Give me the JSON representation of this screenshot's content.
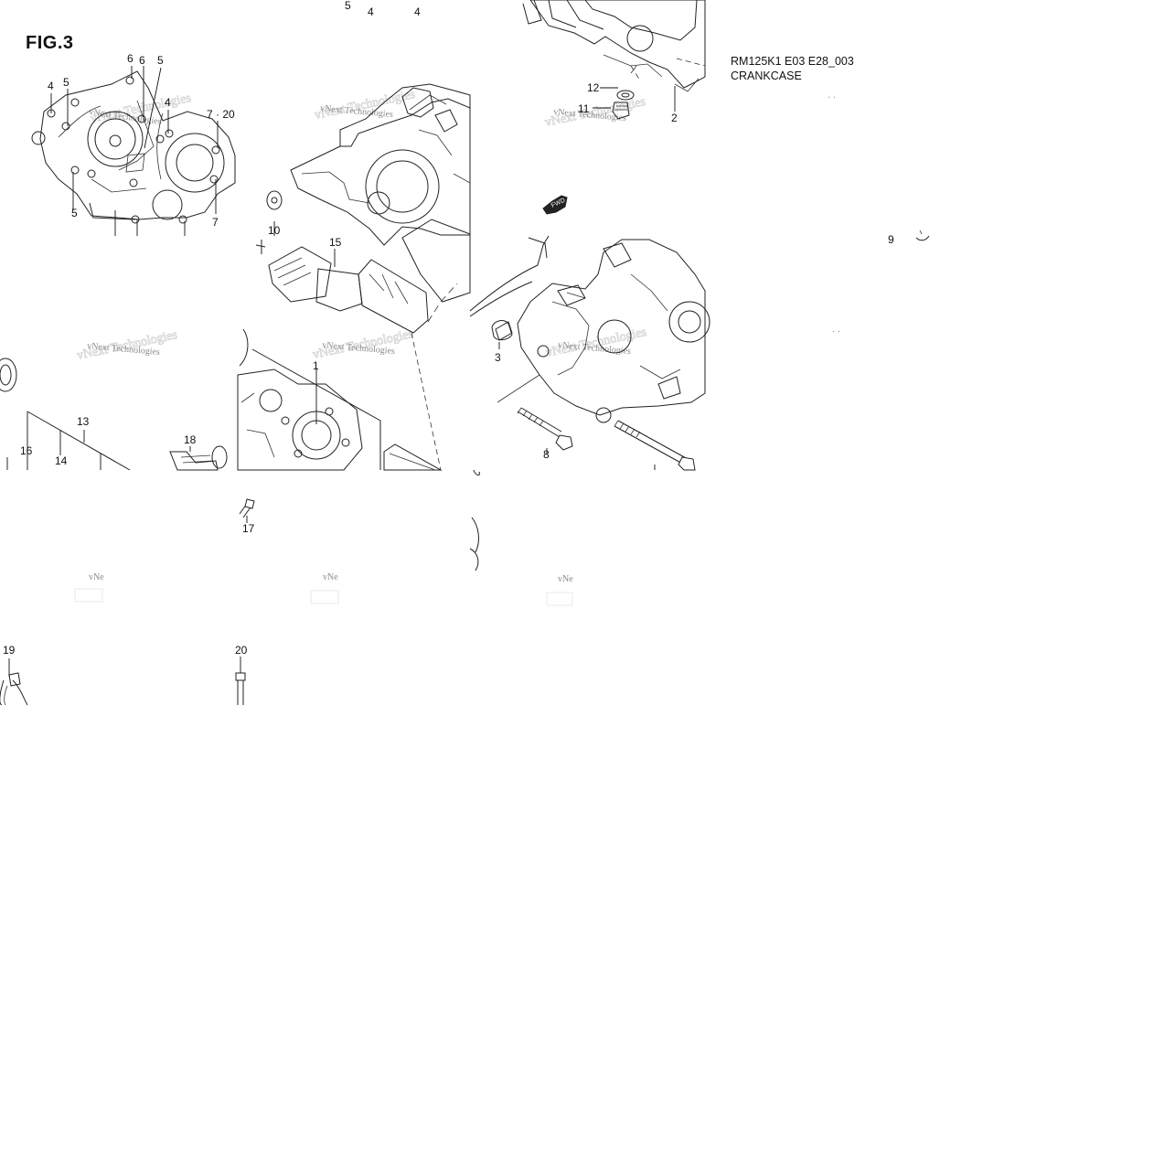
{
  "figure": {
    "title": "FIG.3",
    "model_code": "RM125K1 E03 E28_003",
    "section_name": "CRANKCASE"
  },
  "callouts": [
    {
      "id": "c1",
      "label": "5"
    },
    {
      "id": "c2",
      "label": "4"
    },
    {
      "id": "c3",
      "label": "4"
    },
    {
      "id": "c4",
      "label": "6"
    },
    {
      "id": "c5",
      "label": "6"
    },
    {
      "id": "c6",
      "label": "5"
    },
    {
      "id": "c7",
      "label": "4"
    },
    {
      "id": "c8",
      "label": "5"
    },
    {
      "id": "c9",
      "label": "4"
    },
    {
      "id": "c10",
      "label": "7 · 20"
    },
    {
      "id": "c11",
      "label": "5"
    },
    {
      "id": "c12",
      "label": "7"
    },
    {
      "id": "c13",
      "label": "12"
    },
    {
      "id": "c14",
      "label": "11"
    },
    {
      "id": "c15",
      "label": "2"
    },
    {
      "id": "c16",
      "label": "10"
    },
    {
      "id": "c17",
      "label": "15"
    },
    {
      "id": "c18",
      "label": "9"
    },
    {
      "id": "c19",
      "label": "3"
    },
    {
      "id": "c20",
      "label": "1"
    },
    {
      "id": "c21",
      "label": "13"
    },
    {
      "id": "c22",
      "label": "16"
    },
    {
      "id": "c23",
      "label": "14"
    },
    {
      "id": "c24",
      "label": "18"
    },
    {
      "id": "c25",
      "label": "8"
    },
    {
      "id": "c26",
      "label": "17"
    },
    {
      "id": "c27",
      "label": "19"
    },
    {
      "id": "c28",
      "label": "20"
    }
  ],
  "arrow_label": "FWD",
  "watermark": "vNext Technologies",
  "watermark_fragments": [
    "vNe",
    "vNe",
    "vNe"
  ]
}
